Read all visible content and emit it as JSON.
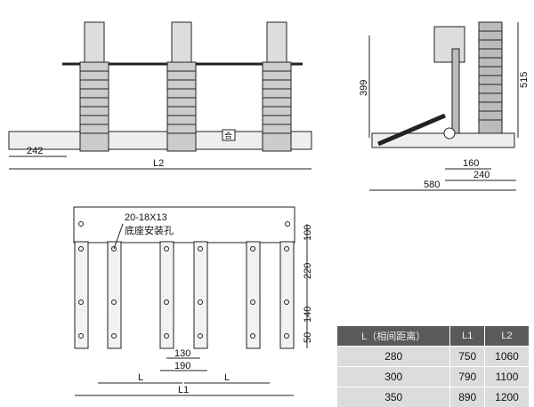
{
  "front_view": {
    "dim_242": "242",
    "dim_l2": "L2",
    "switch_mark": "合"
  },
  "side_view": {
    "dim_399": "399",
    "dim_515": "515",
    "dim_160": "160",
    "dim_240": "240",
    "dim_580": "580"
  },
  "plan_view": {
    "hole_spec": "20-18X13",
    "hole_label": "底座安装孔",
    "dim_100": "100",
    "dim_220": "220",
    "dim_140": "140",
    "dim_50": "50",
    "dim_130": "130",
    "dim_190": "190",
    "dim_l_left": "L",
    "dim_l_right": "L",
    "dim_l1": "L1"
  },
  "table": {
    "headers": [
      "L（相间距离）",
      "L1",
      "L2"
    ],
    "rows": [
      [
        "280",
        "750",
        "1060"
      ],
      [
        "300",
        "790",
        "1100"
      ],
      [
        "350",
        "890",
        "1200"
      ]
    ]
  }
}
